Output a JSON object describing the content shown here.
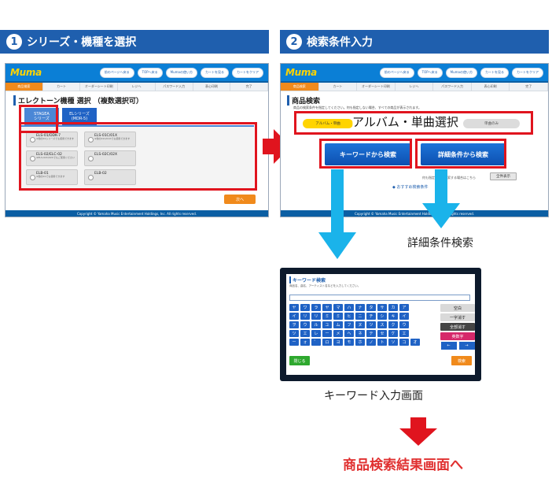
{
  "step1": {
    "number": "1",
    "title": "シリーズ・機種を選択"
  },
  "step2": {
    "number": "2",
    "title": "検索条件入力"
  },
  "app": {
    "logo": "Muma",
    "nav_buttons": [
      "前のページへ戻る",
      "TOPへ戻る",
      "Mumaの使い方",
      "カートを見る",
      "カートをクリア"
    ],
    "steps": [
      "商品検索",
      "カート",
      "オーダーシート印刷",
      "レジへ",
      "パスワード入力",
      "表心印刷",
      "完了"
    ],
    "footer": "Copyright © Yamaha Music Entertainment Holdings, Inc. All rights reserved."
  },
  "screen1": {
    "section_title": "エレクトーン機種 選択 （複数選択可）",
    "tab_stagea": [
      "STAGEA",
      "シリーズ"
    ],
    "tab_els": [
      "ELシリーズ",
      "(MDR-5)"
    ],
    "models": [
      {
        "name": "ELS-01/DDK-7",
        "sub": "※他の01シリーズでも使用できます"
      },
      {
        "name": "ELS-01C/01X",
        "sub": "※他の01C/01Xでも使用できます"
      },
      {
        "name": "ELS-02/ELC-02",
        "sub": "※ELS-02C/02Xでもご使用ください"
      },
      {
        "name": "ELS-02C/02X",
        "sub": ""
      },
      {
        "name": "ELB-01",
        "sub": "※他の01でも使用できます"
      },
      {
        "name": "ELB-02",
        "sub": ""
      }
    ],
    "next_button": "次へ"
  },
  "screen2": {
    "section_title": "商品検索",
    "instructions": "商品の検索条件を指定してください。何も指定しない場合、すべての商品が表示されます。",
    "album_button": "アルバム・単曲",
    "song_button": "単曲のみ",
    "highlight_label": "アルバム・単曲選択",
    "keyword_button": "キーワードから検索",
    "detail_button": "詳細条件から検索",
    "hint": "何も指定せずに検索する場合はこちら",
    "all_button": "全件表示",
    "recommend": "おすすめ検索条件"
  },
  "detail_label": "詳細条件検索",
  "keyboard_screen": {
    "title": "キーワード検索",
    "description": "商品名、曲名、アーティスト名などを入力してください。",
    "keys": [
      [
        "ヤ",
        "ワ",
        "ラ",
        "ヤ",
        "マ",
        "ハ",
        "ナ",
        "タ",
        "サ",
        "カ",
        "ア"
      ],
      [
        "イ",
        "リ",
        "リ",
        "ミ",
        "ミ",
        "ヒ",
        "ニ",
        "チ",
        "シ",
        "キ",
        "イ"
      ],
      [
        "ヲ",
        "ウ",
        "ル",
        "ユ",
        "ム",
        "フ",
        "ヌ",
        "ツ",
        "ス",
        "ク",
        "ウ"
      ],
      [
        "ツ",
        "エ",
        "レ",
        "ー",
        "メ",
        "ヘ",
        "ネ",
        "テ",
        "セ",
        "ケ",
        "エ"
      ],
      [
        "ー",
        "ォ",
        "゛",
        "ロ",
        "ヨ",
        "モ",
        "ホ",
        "ノ",
        "ト",
        "ソ",
        "コ",
        "オ"
      ]
    ],
    "space": "空白",
    "delete_one": "一字消す",
    "delete_all": "全部消す",
    "alnum": "英数字",
    "back": "閉じる",
    "search": "検索"
  },
  "keyboard_label": "キーワード入力画面",
  "final_text": "商品検索結果画面へ",
  "colors": {
    "header_blue": "#1f5fae",
    "highlight_red": "#e0141e",
    "arrow_cyan": "#1ab3ea",
    "orange": "#f08a1c"
  }
}
